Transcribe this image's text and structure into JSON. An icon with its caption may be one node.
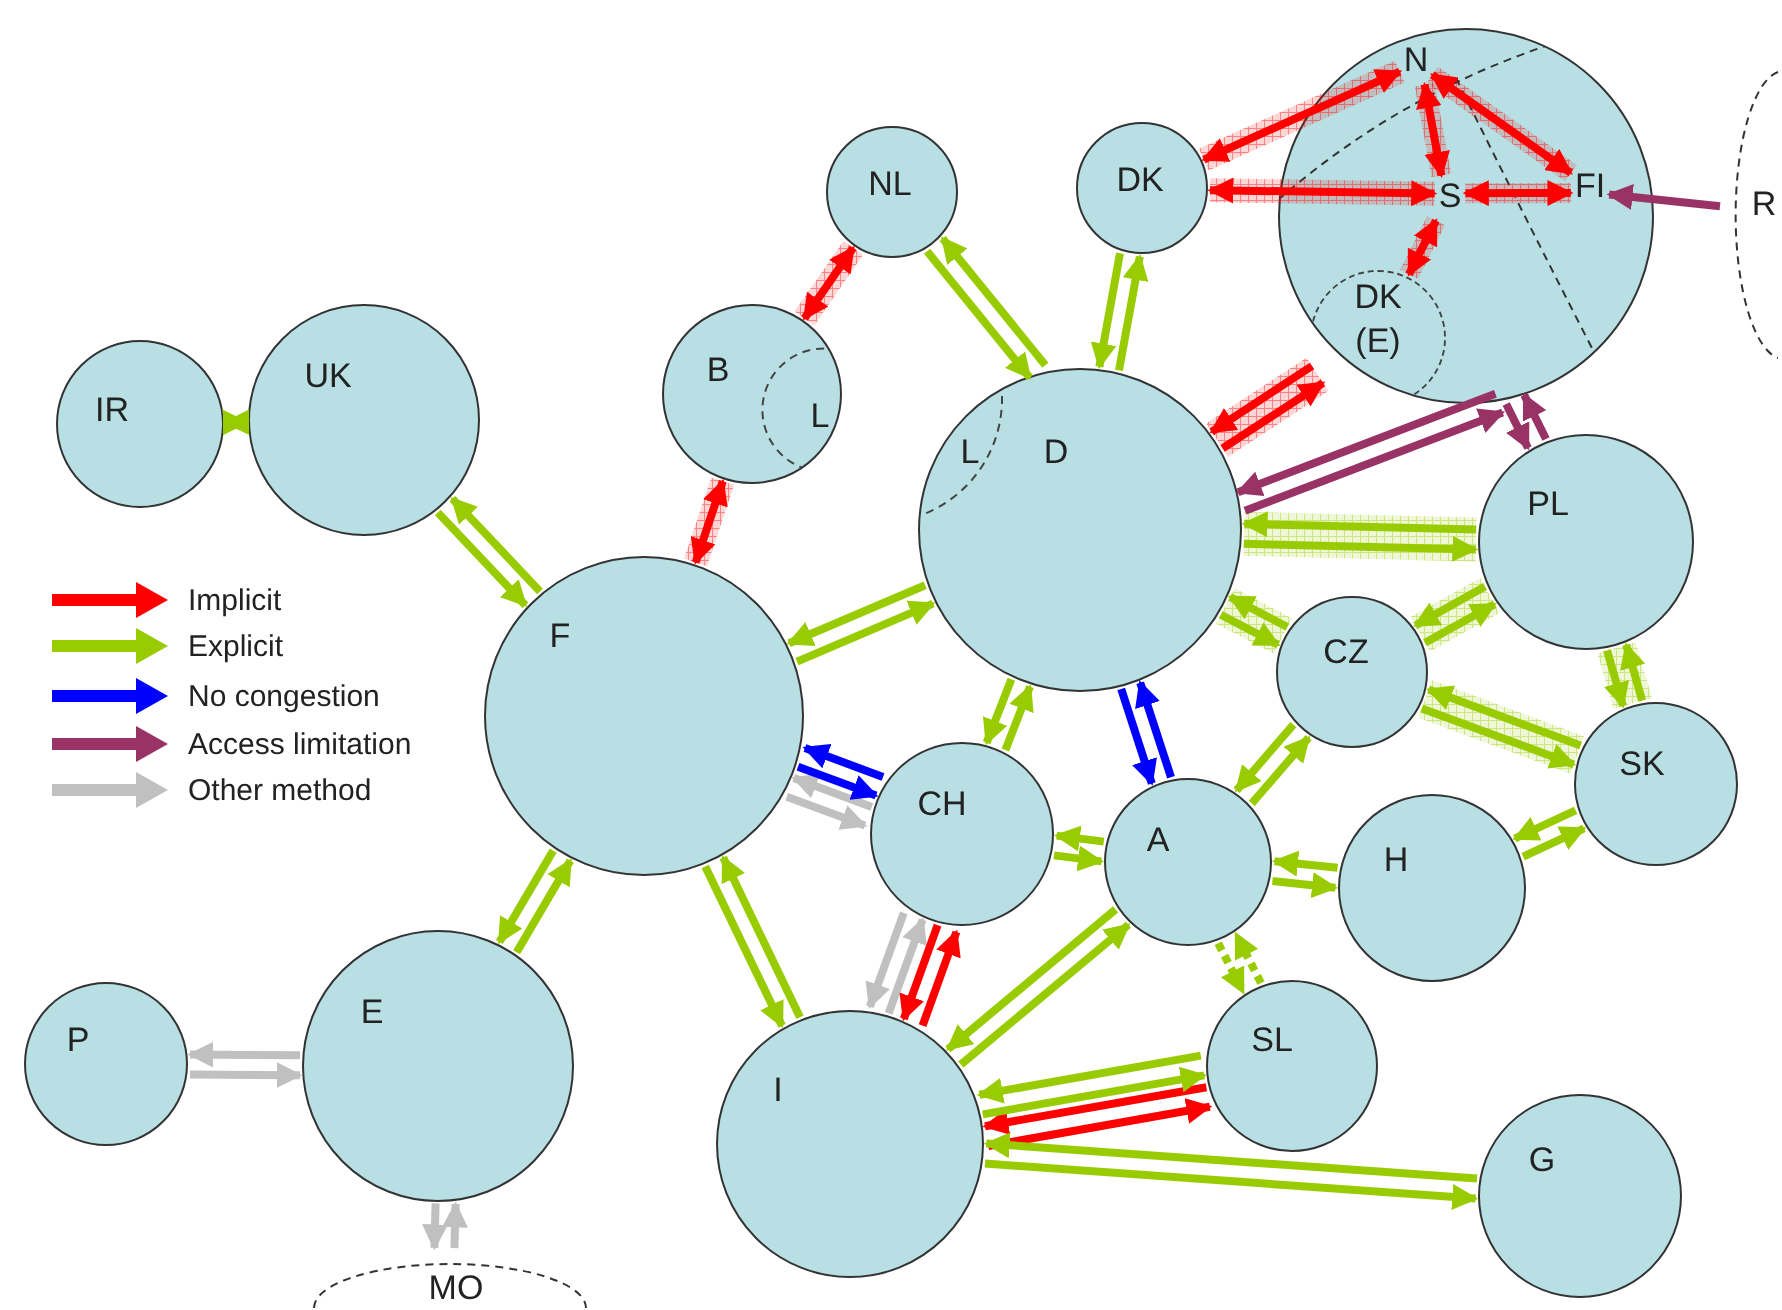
{
  "diagram": {
    "nodes": [
      {
        "text": [
          "IR"
        ]
      },
      {
        "text": [
          "UK"
        ]
      },
      {
        "text": [
          "NL"
        ]
      },
      {
        "text": [
          "B"
        ]
      },
      {
        "text": [
          "L"
        ],
        "in": 3
      },
      {
        "text": [
          "DK"
        ]
      },
      {
        "text": [],
        "shape": "circle"
      },
      {
        "text": [
          "N"
        ],
        "in": 6
      },
      {
        "text": [
          "S"
        ],
        "in": 6
      },
      {
        "text": [
          "FI"
        ],
        "in": 6
      },
      {
        "text": [
          "DK (E)"
        ],
        "in": 6
      },
      {
        "text": [
          "R"
        ]
      },
      {
        "text": [
          "D"
        ]
      },
      {
        "text": [
          "L"
        ],
        "in": 12
      },
      {
        "text": [
          "PL"
        ]
      },
      {
        "text": [
          "F"
        ]
      },
      {
        "text": [
          "CZ"
        ]
      },
      {
        "text": [
          "SK"
        ]
      },
      {
        "text": [
          "CH"
        ]
      },
      {
        "text": [
          "A"
        ]
      },
      {
        "text": [
          "H"
        ]
      },
      {
        "text": [
          "SL"
        ]
      },
      {
        "text": [
          "P"
        ]
      },
      {
        "text": [
          "E"
        ]
      },
      {
        "text": [
          "I"
        ]
      },
      {
        "text": [
          "G"
        ]
      },
      {
        "text": [
          "MO"
        ]
      }
    ],
    "edges": [
      {
        "from": 1,
        "to": 0,
        "arrow": "both"
      },
      {
        "from": 1,
        "to": 15,
        "arrow": "to"
      },
      {
        "from": 15,
        "to": 1,
        "arrow": "to"
      },
      {
        "from": 2,
        "to": 3,
        "arrow": "both",
        "color": "#ff0000"
      },
      {
        "from": 3,
        "to": 15,
        "arrow": "both",
        "color": "#ff0000"
      },
      {
        "from": 2,
        "to": 12,
        "arrow": "to"
      },
      {
        "from": 12,
        "to": 2,
        "arrow": "to"
      },
      {
        "from": 5,
        "to": 12,
        "arrow": "to"
      },
      {
        "from": 12,
        "to": 5,
        "arrow": "to"
      },
      {
        "from": 5,
        "to": 7,
        "arrow": "both",
        "color": "#ff0000"
      },
      {
        "from": 5,
        "to": 8,
        "arrow": "both",
        "color": "#ff0000"
      },
      {
        "from": 7,
        "to": 8,
        "arrow": "both",
        "color": "#ff0000"
      },
      {
        "from": 7,
        "to": 9,
        "arrow": "both",
        "color": "#ff0000"
      },
      {
        "from": 8,
        "to": 9,
        "arrow": "both",
        "color": "#ff0000"
      },
      {
        "from": 10,
        "to": 8,
        "arrow": "both",
        "color": "#ff0000"
      },
      {
        "from": 12,
        "to": 10,
        "arrow": "to",
        "color": "#ff0000"
      },
      {
        "from": 10,
        "to": 12,
        "arrow": "to",
        "color": "#ff0000"
      },
      {
        "from": 11,
        "to": 9,
        "arrow": "to",
        "color": "#993366"
      },
      {
        "from": 12,
        "to": 6,
        "arrow": "to",
        "color": "#993366"
      },
      {
        "from": 6,
        "to": 12,
        "arrow": "to",
        "color": "#993366"
      },
      {
        "from": 6,
        "to": 14,
        "arrow": "to",
        "color": "#993366"
      },
      {
        "from": 14,
        "to": 6,
        "arrow": "to",
        "color": "#993366"
      },
      {
        "from": 12,
        "to": 14,
        "arrow": "to"
      },
      {
        "from": 14,
        "to": 12,
        "arrow": "to"
      },
      {
        "from": 12,
        "to": 16,
        "arrow": "to"
      },
      {
        "from": 16,
        "to": 12,
        "arrow": "to"
      },
      {
        "from": 16,
        "to": 14,
        "arrow": "to"
      },
      {
        "from": 14,
        "to": 16,
        "arrow": "to"
      },
      {
        "from": 16,
        "to": 17,
        "arrow": "to"
      },
      {
        "from": 17,
        "to": 16,
        "arrow": "to"
      },
      {
        "from": 14,
        "to": 17,
        "arrow": "to"
      },
      {
        "from": 17,
        "to": 14,
        "arrow": "to"
      },
      {
        "from": 12,
        "to": 15,
        "arrow": "to"
      },
      {
        "from": 15,
        "to": 12,
        "arrow": "to"
      },
      {
        "from": 12,
        "to": 18,
        "arrow": "to"
      },
      {
        "from": 18,
        "to": 12,
        "arrow": "to"
      },
      {
        "from": 12,
        "to": 19,
        "arrow": "to",
        "color": "#0000ff"
      },
      {
        "from": 19,
        "to": 12,
        "arrow": "to",
        "color": "#0000ff"
      },
      {
        "from": 15,
        "to": 18,
        "arrow": "to",
        "color": "#c0c0c0"
      },
      {
        "from": 18,
        "to": 15,
        "arrow": "to",
        "color": "#c0c0c0"
      },
      {
        "from": 15,
        "to": 18,
        "arrow": "to",
        "color": "#0000ff"
      },
      {
        "from": 18,
        "to": 15,
        "arrow": "to",
        "color": "#0000ff"
      },
      {
        "from": 18,
        "to": 19,
        "arrow": "to"
      },
      {
        "from": 19,
        "to": 18,
        "arrow": "to"
      },
      {
        "from": 19,
        "to": 16,
        "arrow": "to"
      },
      {
        "from": 16,
        "to": 19,
        "arrow": "to"
      },
      {
        "from": 19,
        "to": 20,
        "arrow": "to"
      },
      {
        "from": 20,
        "to": 19,
        "arrow": "to"
      },
      {
        "from": 20,
        "to": 17,
        "arrow": "to"
      },
      {
        "from": 17,
        "to": 20,
        "arrow": "to"
      },
      {
        "from": 19,
        "to": 21,
        "arrow": "to",
        "style": "dashed"
      },
      {
        "from": 21,
        "to": 19,
        "arrow": "to",
        "style": "dashed"
      },
      {
        "from": 15,
        "to": 23,
        "arrow": "to"
      },
      {
        "from": 23,
        "to": 15,
        "arrow": "to"
      },
      {
        "from": 15,
        "to": 24,
        "arrow": "to"
      },
      {
        "from": 24,
        "to": 15,
        "arrow": "to"
      },
      {
        "from": 18,
        "to": 24,
        "arrow": "to",
        "color": "#c0c0c0"
      },
      {
        "from": 24,
        "to": 18,
        "arrow": "to",
        "color": "#c0c0c0"
      },
      {
        "from": 18,
        "to": 24,
        "arrow": "to",
        "color": "#ff0000"
      },
      {
        "from": 24,
        "to": 18,
        "arrow": "to",
        "color": "#ff0000"
      },
      {
        "from": 19,
        "to": 24,
        "arrow": "to"
      },
      {
        "from": 24,
        "to": 19,
        "arrow": "to"
      },
      {
        "from": 24,
        "to": 21,
        "arrow": "to",
        "color": "#ff0000"
      },
      {
        "from": 21,
        "to": 24,
        "arrow": "to",
        "color": "#ff0000"
      },
      {
        "from": 24,
        "to": 21,
        "arrow": "to"
      },
      {
        "from": 21,
        "to": 24,
        "arrow": "to"
      },
      {
        "from": 24,
        "to": 25,
        "arrow": "to"
      },
      {
        "from": 25,
        "to": 24,
        "arrow": "to"
      },
      {
        "from": 22,
        "to": 23,
        "arrow": "to",
        "color": "#c0c0c0"
      },
      {
        "from": 23,
        "to": 22,
        "arrow": "to",
        "color": "#c0c0c0"
      },
      {
        "from": 23,
        "to": 26,
        "arrow": "to",
        "color": "#c0c0c0"
      },
      {
        "from": 26,
        "to": 23,
        "arrow": "to",
        "color": "#c0c0c0"
      }
    ],
    "legend": [
      {
        "text": "Implicit",
        "color": "#ff0000"
      },
      {
        "text": "Explicit",
        "color": "#99cc00"
      },
      {
        "text": "No congestion",
        "color": "#0000ff"
      },
      {
        "text": "Access limitation",
        "color": "#993366"
      },
      {
        "text": "Other method",
        "color": "#c0c0c0"
      }
    ]
  }
}
